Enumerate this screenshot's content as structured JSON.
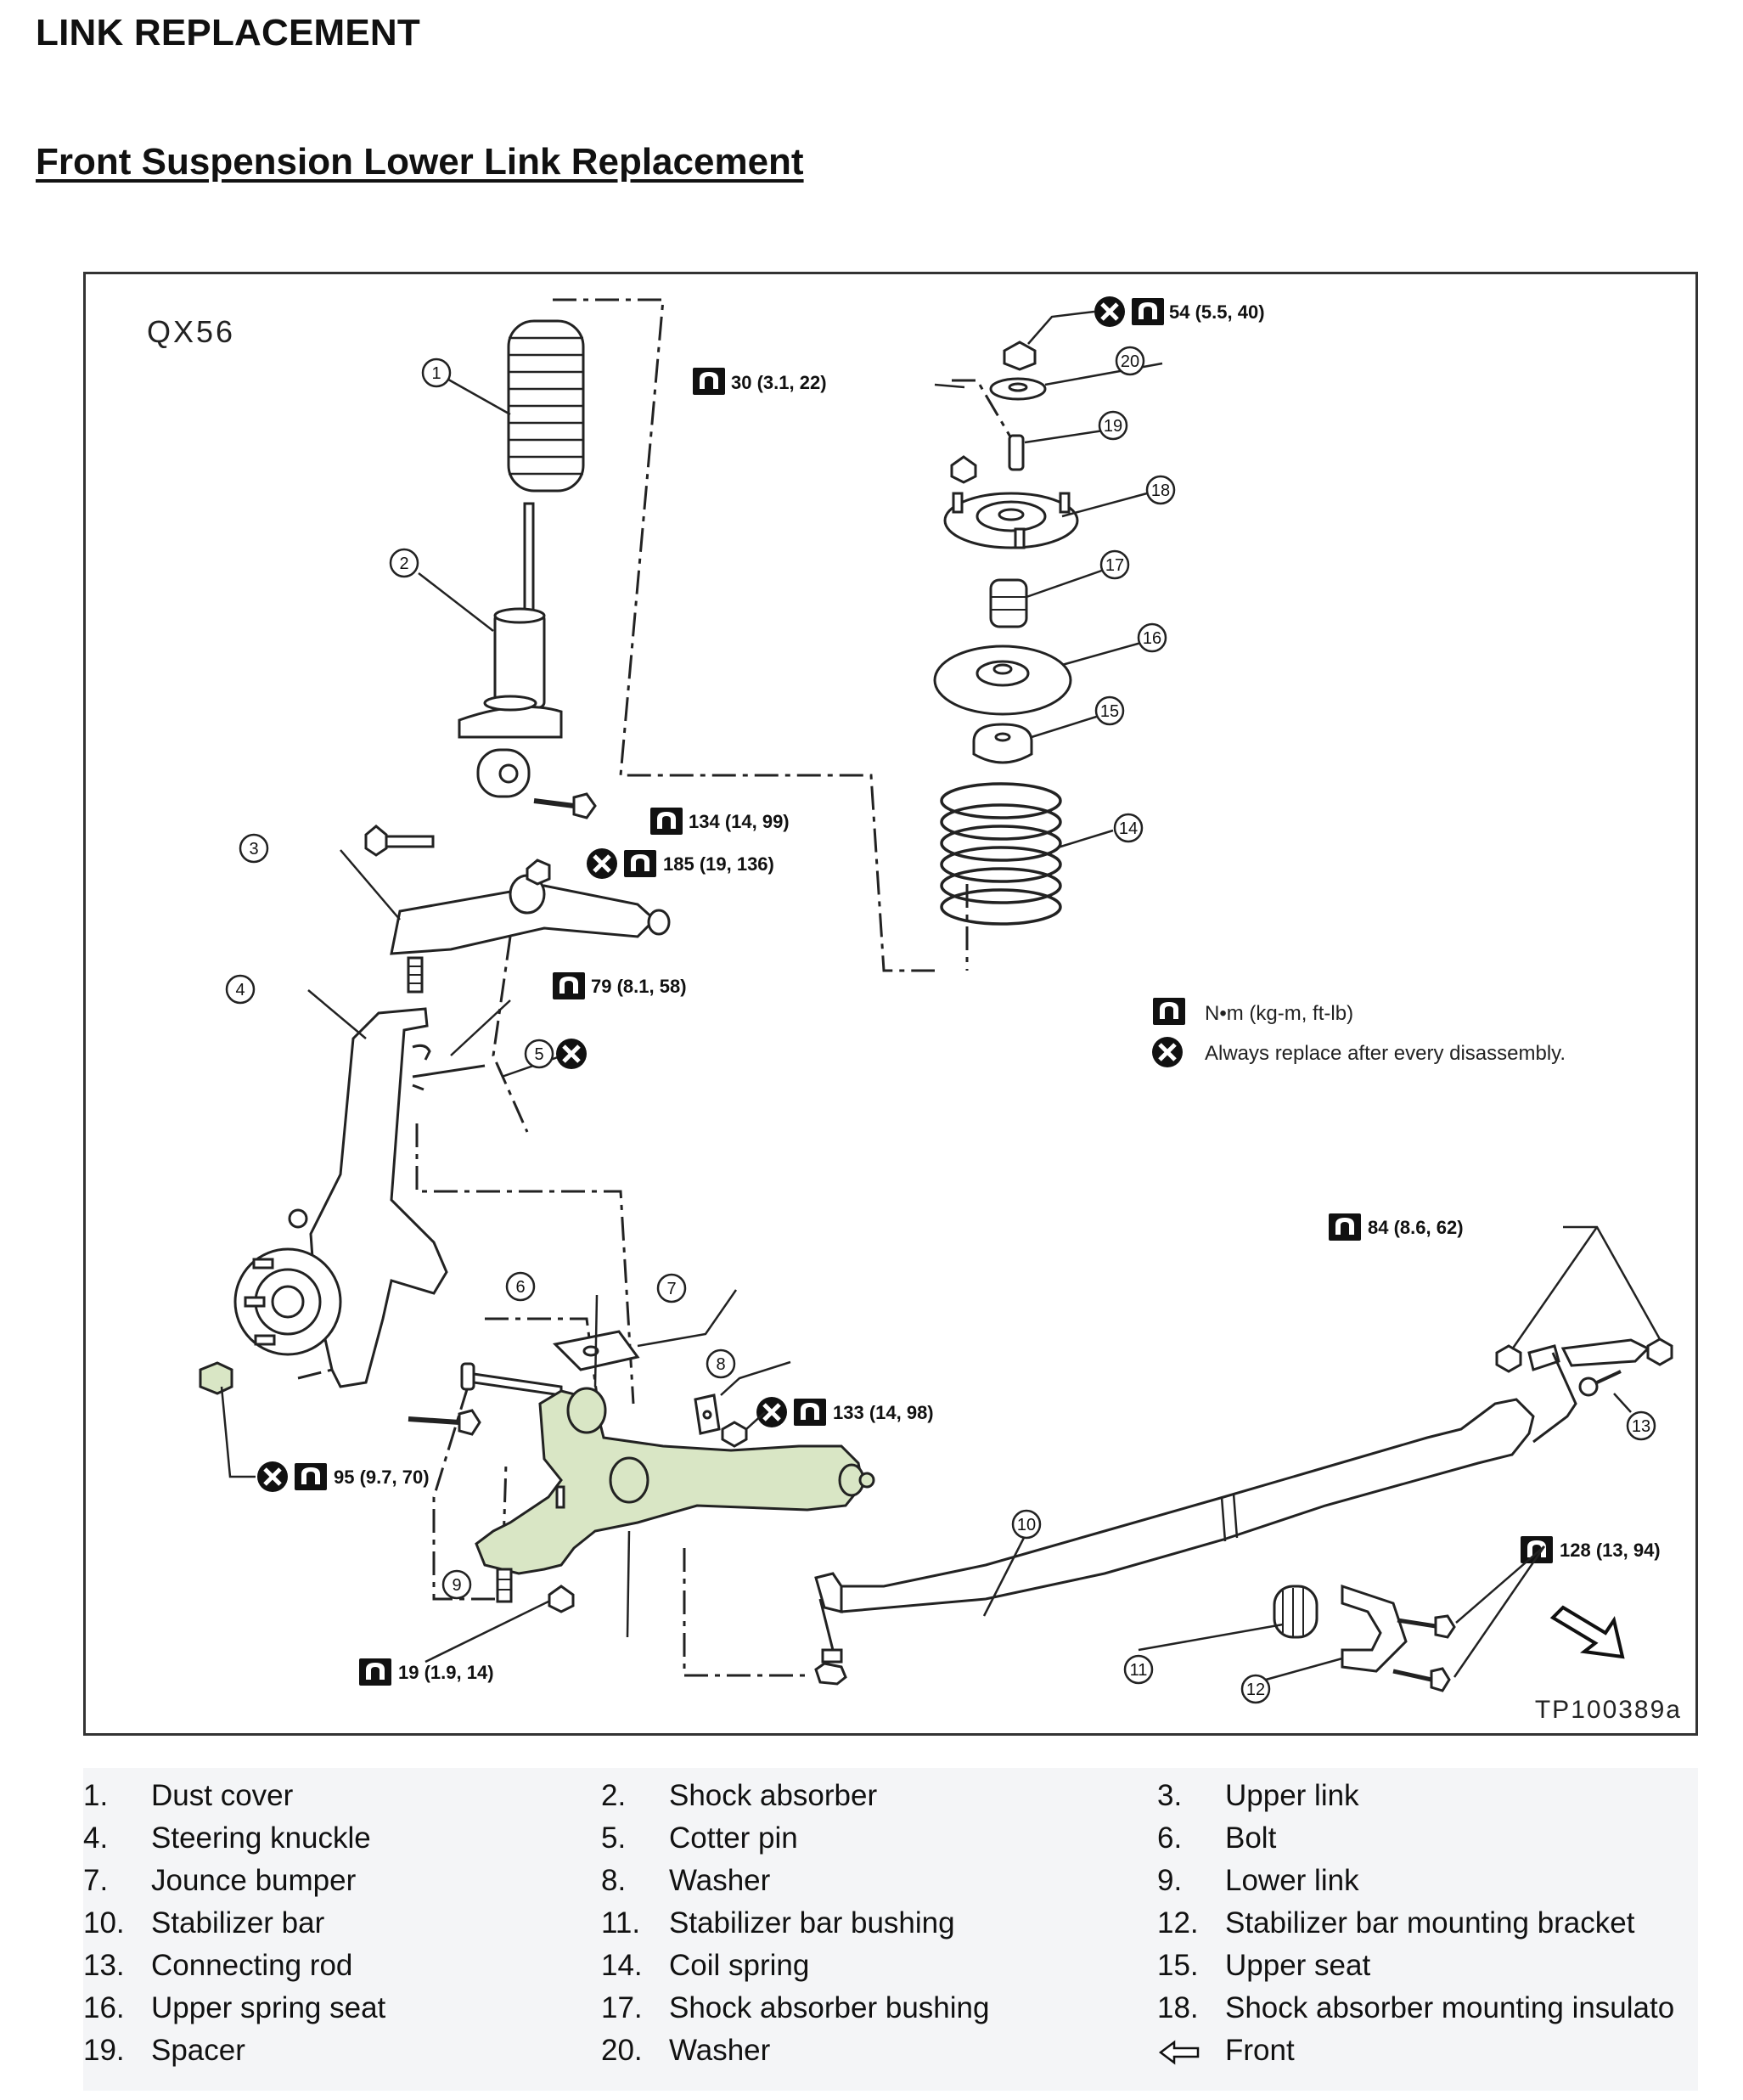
{
  "header": {
    "title": "LINK REPLACEMENT",
    "section": "Front Suspension Lower Link Replacement"
  },
  "figure": {
    "model": "QX56",
    "figure_id": "TP100389a",
    "torque_unit_legend": "N•m (kg-m, ft-lb)",
    "replace_legend": "Always replace after every disassembly.",
    "highlight_color": "#d9e6c5",
    "callouts": [
      "1",
      "2",
      "3",
      "4",
      "5",
      "6",
      "7",
      "8",
      "9",
      "10",
      "11",
      "12",
      "13",
      "14",
      "15",
      "16",
      "17",
      "18",
      "19",
      "20"
    ],
    "torques": {
      "t54": "54 (5.5, 40)",
      "t30": "30 (3.1, 22)",
      "t134": "134 (14, 99)",
      "t185": "185 (19, 136)",
      "t79": "79 (8.1, 58)",
      "t84": "84 (8.6, 62)",
      "t133": "133 (14, 98)",
      "t95": "95 (9.7, 70)",
      "t128": "128 (13, 94)",
      "t19": "19 (1.9, 14)"
    }
  },
  "legend": {
    "items": [
      {
        "num": "1.",
        "label": "Dust cover"
      },
      {
        "num": "2.",
        "label": "Shock absorber"
      },
      {
        "num": "3.",
        "label": "Upper link"
      },
      {
        "num": "4.",
        "label": "Steering knuckle"
      },
      {
        "num": "5.",
        "label": "Cotter pin"
      },
      {
        "num": "6.",
        "label": "Bolt"
      },
      {
        "num": "7.",
        "label": "Jounce bumper"
      },
      {
        "num": "8.",
        "label": "Washer"
      },
      {
        "num": "9.",
        "label": "Lower link"
      },
      {
        "num": "10.",
        "label": "Stabilizer bar"
      },
      {
        "num": "11.",
        "label": "Stabilizer bar bushing"
      },
      {
        "num": "12.",
        "label": "Stabilizer bar mounting bracket"
      },
      {
        "num": "13.",
        "label": "Connecting rod"
      },
      {
        "num": "14.",
        "label": "Coil spring"
      },
      {
        "num": "15.",
        "label": "Upper seat"
      },
      {
        "num": "16.",
        "label": "Upper spring seat"
      },
      {
        "num": "17.",
        "label": "Shock absorber bushing"
      },
      {
        "num": "18.",
        "label": "Shock absorber mounting insulato"
      },
      {
        "num": "19.",
        "label": "Spacer"
      },
      {
        "num": "20.",
        "label": "Washer"
      }
    ],
    "front_label": "Front"
  }
}
